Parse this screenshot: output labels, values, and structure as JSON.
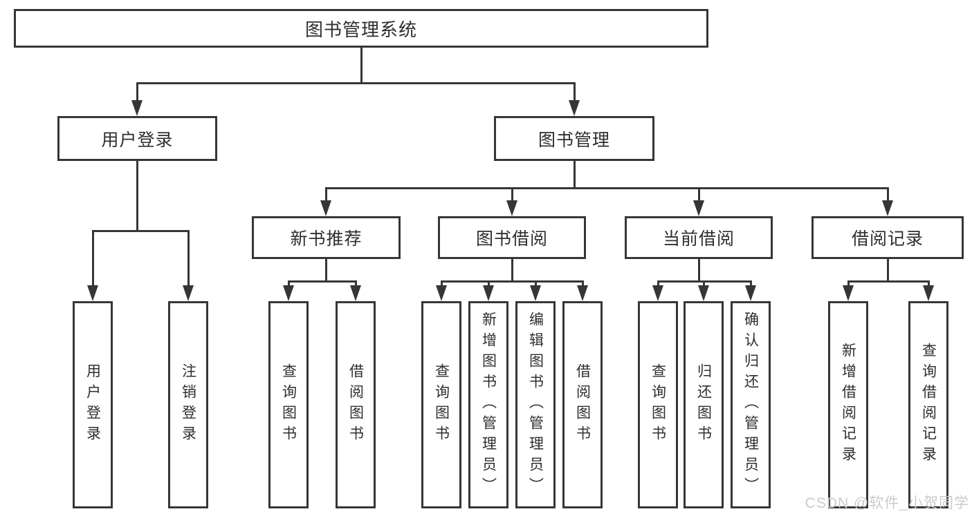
{
  "diagram_title": "图书管理系统",
  "tree": {
    "label": "图书管理系统",
    "children": [
      {
        "label": "用户登录",
        "children": [
          {
            "label": "用户登录"
          },
          {
            "label": "注销登录"
          }
        ]
      },
      {
        "label": "图书管理",
        "children": [
          {
            "label": "新书推荐",
            "children": [
              {
                "label": "查询图书"
              },
              {
                "label": "借阅图书"
              }
            ]
          },
          {
            "label": "图书借阅",
            "children": [
              {
                "label": "查询图书"
              },
              {
                "label": "新增图书（管理员）"
              },
              {
                "label": "编辑图书（管理员）"
              },
              {
                "label": "借阅图书"
              }
            ]
          },
          {
            "label": "当前借阅",
            "children": [
              {
                "label": "查询图书"
              },
              {
                "label": "归还图书"
              },
              {
                "label": "确认归还（管理员）"
              }
            ]
          },
          {
            "label": "借阅记录",
            "children": [
              {
                "label": "新增借阅记录"
              },
              {
                "label": "查询借阅记录"
              }
            ]
          }
        ]
      }
    ]
  },
  "watermark": {
    "text": "CSDN @软件_小贺同学"
  },
  "colors": {
    "line": "#363636",
    "text": "#2e2e2e",
    "background": "#ffffff",
    "watermark": "#cbcbcb"
  }
}
